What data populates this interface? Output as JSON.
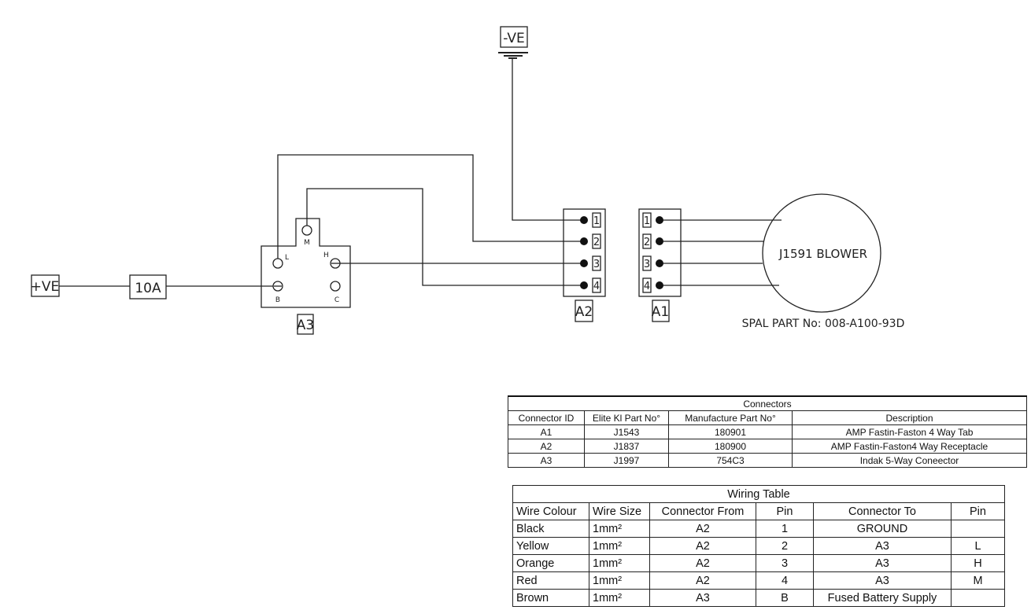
{
  "terminals": {
    "positive": "+VE",
    "negative": "-VE"
  },
  "fuse": {
    "label": "10A"
  },
  "switch_a3": {
    "label": "A3",
    "pins": [
      "L",
      "M",
      "H",
      "B",
      "C"
    ]
  },
  "connector_a2": {
    "label": "A2",
    "pins": [
      "1",
      "2",
      "3",
      "4"
    ]
  },
  "connector_a1": {
    "label": "A1",
    "pins": [
      "1",
      "2",
      "3",
      "4"
    ]
  },
  "blower": {
    "label": "J1591 BLOWER",
    "part_number": "SPAL PART No: 008-A100-93D"
  },
  "connectors_table": {
    "title": "Connectors",
    "headers": [
      "Connector ID",
      "Elite Kl Part No°",
      "Manufacture Part No°",
      "Description"
    ],
    "rows": [
      [
        "A1",
        "J1543",
        "180901",
        "AMP Fastin-Faston 4 Way Tab"
      ],
      [
        "A2",
        "J1837",
        "180900",
        "AMP Fastin-Faston4 Way Receptacle"
      ],
      [
        "A3",
        "J1997",
        "754C3",
        "Indak 5-Way  Coneector"
      ]
    ]
  },
  "wiring_table": {
    "title": "Wiring Table",
    "headers": [
      "Wire Colour",
      "Wire Size",
      "Connector From",
      "Pin",
      "Connector To",
      "Pin"
    ],
    "rows": [
      [
        "Black",
        "1mm²",
        "A2",
        "1",
        "GROUND",
        ""
      ],
      [
        "Yellow",
        "1mm²",
        "A2",
        "2",
        "A3",
        "L"
      ],
      [
        "Orange",
        "1mm²",
        "A2",
        "3",
        "A3",
        "H"
      ],
      [
        "Red",
        "1mm²",
        "A2",
        "4",
        "A3",
        "M"
      ],
      [
        "Brown",
        "1mm²",
        "A3",
        "B",
        "Fused Battery Supply",
        ""
      ]
    ]
  }
}
